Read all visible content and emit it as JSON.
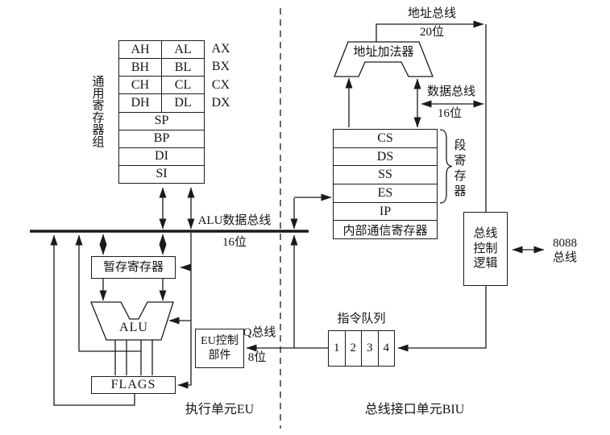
{
  "colors": {
    "line": "#1a1a1a",
    "background": "#ffffff",
    "text": "#141414"
  },
  "units": {
    "eu_label": "执行单元EU",
    "biu_label": "总线接口单元BIU"
  },
  "general_registers": {
    "group_label": "通用寄存器组",
    "split_rows": [
      {
        "high": "AH",
        "low": "AL",
        "pair": "AX"
      },
      {
        "high": "BH",
        "low": "BL",
        "pair": "BX"
      },
      {
        "high": "CH",
        "low": "CL",
        "pair": "CX"
      },
      {
        "high": "DH",
        "low": "DL",
        "pair": "DX"
      }
    ],
    "full_rows": [
      "SP",
      "BP",
      "DI",
      "SI"
    ]
  },
  "alu_data_bus": {
    "label": "ALU数据总线",
    "width_label": "16位"
  },
  "temp_register": {
    "label": "暂存寄存器"
  },
  "alu": {
    "label": "ALU"
  },
  "flags": {
    "label": "FLAGS"
  },
  "eu_control": {
    "line1": "EU控制",
    "line2": "部件"
  },
  "q_bus": {
    "label": "Q总线",
    "width_label": "8位"
  },
  "address_adder": {
    "label": "地址加法器"
  },
  "address_bus": {
    "label": "地址总线",
    "width_label": "20位"
  },
  "data_bus": {
    "label": "数据总线",
    "width_label": "16位"
  },
  "biu_registers": {
    "rows": [
      "CS",
      "DS",
      "SS",
      "ES",
      "IP",
      "内部通信寄存器"
    ],
    "brace_label": "段寄存器"
  },
  "bus_control": {
    "line1": "总线",
    "line2": "控制",
    "line3": "逻辑"
  },
  "external_bus": {
    "line1": "8088",
    "line2": "总线"
  },
  "instruction_queue": {
    "label": "指令队列",
    "cells": [
      "1",
      "2",
      "3",
      "4"
    ]
  }
}
